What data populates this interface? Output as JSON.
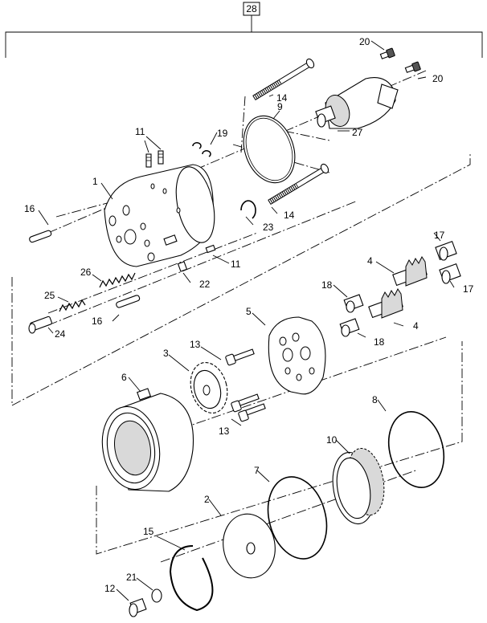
{
  "assembly_ref": "28",
  "callouts": [
    "1",
    "2",
    "3",
    "4",
    "4",
    "5",
    "6",
    "7",
    "8",
    "9",
    "10",
    "11",
    "11",
    "12",
    "13",
    "13",
    "14",
    "14",
    "15",
    "16",
    "16",
    "17",
    "17",
    "18",
    "18",
    "19",
    "20",
    "20",
    "21",
    "22",
    "23",
    "24",
    "25",
    "26",
    "27"
  ]
}
